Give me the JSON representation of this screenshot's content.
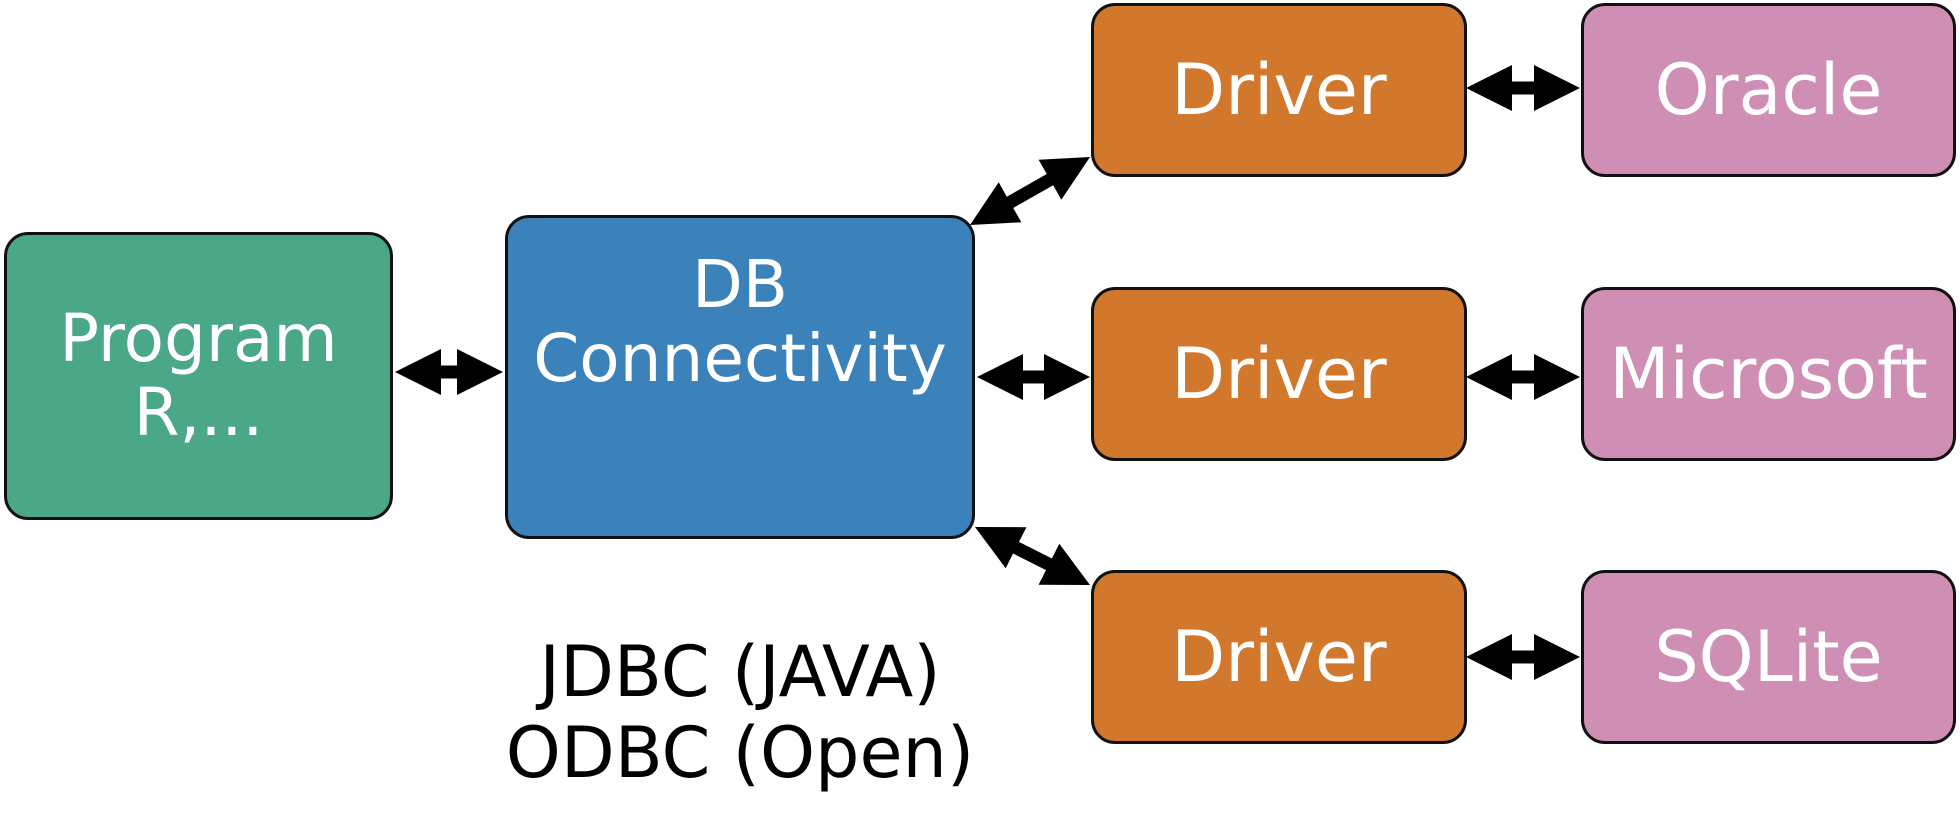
{
  "nodes": {
    "program": {
      "lines": [
        "Program",
        "R,..."
      ],
      "color": "#4aa886"
    },
    "db_connectivity": {
      "lines": [
        "DB",
        "Connectivity"
      ],
      "color": "#3b82bb"
    },
    "drivers": [
      {
        "label": "Driver"
      },
      {
        "label": "Driver"
      },
      {
        "label": "Driver"
      }
    ],
    "databases": [
      {
        "label": "Oracle"
      },
      {
        "label": "Microsoft"
      },
      {
        "label": "SQLite"
      }
    ],
    "driver_color": "#d2782d",
    "database_color": "#cf8fb4"
  },
  "caption": {
    "lines": [
      "JDBC (JAVA)",
      "ODBC (Open)"
    ]
  },
  "arrow_style": "double-headed"
}
